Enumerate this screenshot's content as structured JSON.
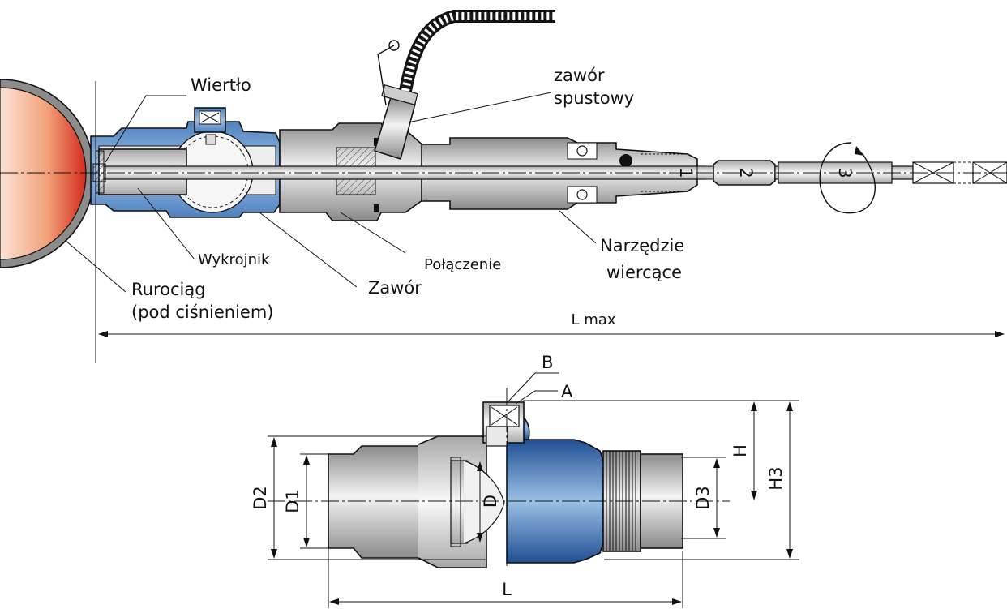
{
  "labels": {
    "wiertlo": "Wiertło",
    "zawor_spustowy_1": "zawór",
    "zawor_spustowy_2": "spustowy",
    "wykrojnik": "Wykrojnik",
    "polaczenie": "Połączenie",
    "zawor": "Zawór",
    "narzedzie_1": "Narzędzie",
    "narzedzie_2": "wiercące",
    "rurociag_1": "Rurociąg",
    "rurociag_2": "(pod ciśnieniem)",
    "l_max": "L max"
  },
  "stages": {
    "s1": "1",
    "s2": "2",
    "s3": "3"
  },
  "dimensions": {
    "B": "B",
    "A": "A",
    "D2": "D2",
    "D1": "D1",
    "D": "D",
    "D3": "D3",
    "H": "H",
    "H3": "H3",
    "L": "L"
  },
  "colors": {
    "pipe_red": "#d42b1e",
    "valve_blue": "#3e74b3",
    "steel_grey": "#b8b8b8"
  }
}
